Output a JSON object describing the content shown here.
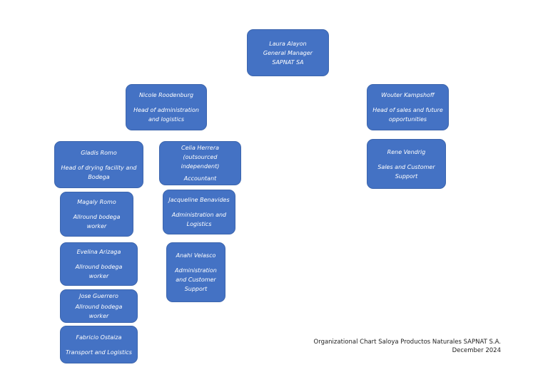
{
  "colors": {
    "node_fill": "#4472c4",
    "node_text": "#ffffff",
    "caption_text": "#222222"
  },
  "nodes": {
    "gm": {
      "name": "Laura Alayon",
      "role1": "General Manager",
      "role2": "SAPNAT SA"
    },
    "admin_head": {
      "name": "Nicole Roodenburg",
      "role1": "Head of administration",
      "role2": "and logistics"
    },
    "sales_head": {
      "name": "Wouter Kampshoff",
      "role1": "Head of sales and future",
      "role2": "opportunities"
    },
    "drying_head": {
      "name": "Gladis Romo",
      "role1": "Head of drying facility and",
      "role2": "Bodega"
    },
    "accountant": {
      "name1": "Celia Herrera (outsourced",
      "name2": "independent)",
      "role": "Accountant"
    },
    "sales_support": {
      "name": "Rene Vendrig",
      "role1": "Sales and Customer",
      "role2": "Support"
    },
    "magaly": {
      "name": "Magaly Romo",
      "role1": "Allround bodega",
      "role2": "worker"
    },
    "jacqueline": {
      "name": "Jacqueline Benavides",
      "role1": "Administration and",
      "role2": "Logistics"
    },
    "evelina": {
      "name": "Evelina Arizaga",
      "role": "Allround bodega worker"
    },
    "anahi": {
      "name": "Anahi Velasco",
      "role1": "Administration",
      "role2": "and Customer",
      "role3": "Support"
    },
    "jose": {
      "name": "Jose Guerrero",
      "role": "Allround bodega worker"
    },
    "fabricio": {
      "name": "Fabricio Ostaiza",
      "role": "Transport and Logistics"
    }
  },
  "caption": {
    "line1": "Organizational Chart Saloya Productos Naturales SAPNAT S.A.",
    "line2": "December 2024"
  }
}
